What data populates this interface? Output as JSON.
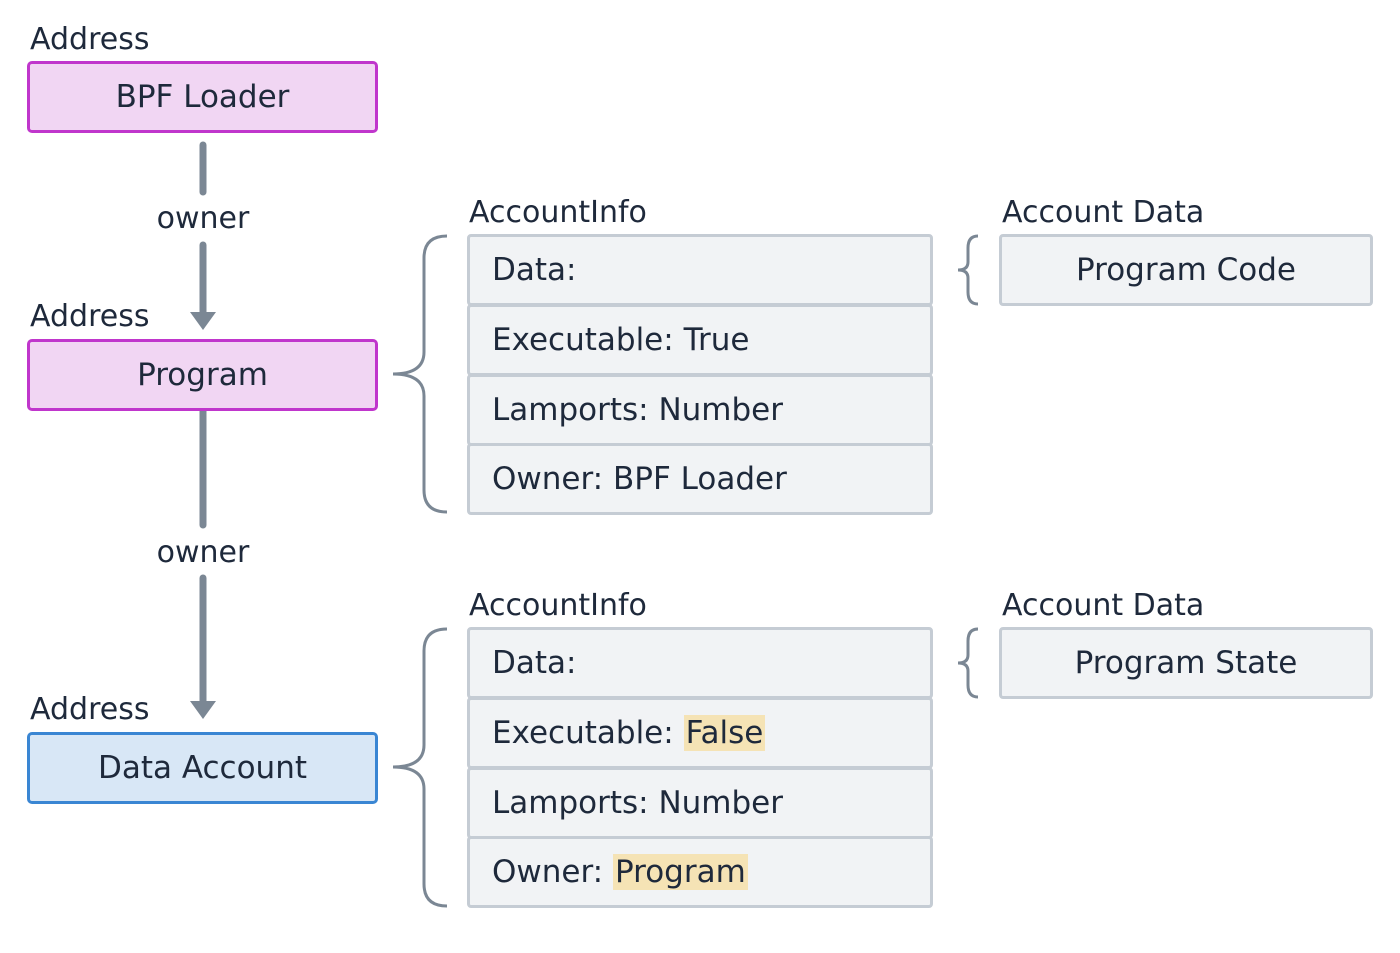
{
  "nodes": {
    "bpf_loader": {
      "address_label": "Address",
      "name": "BPF Loader"
    },
    "program": {
      "address_label": "Address",
      "name": "Program"
    },
    "data_account": {
      "address_label": "Address",
      "name": "Data Account"
    }
  },
  "edges": [
    {
      "from": "BPF Loader",
      "to": "Program",
      "label": "owner"
    },
    {
      "from": "Program",
      "to": "Data Account",
      "label": "owner"
    }
  ],
  "program_info": {
    "title": "AccountInfo",
    "fields": [
      {
        "key": "Data:",
        "value": ""
      },
      {
        "key": "Executable:",
        "value": "True"
      },
      {
        "key": "Lamports:",
        "value": "Number"
      },
      {
        "key": "Owner:",
        "value": "BPF Loader"
      }
    ],
    "account_data": {
      "title": "Account Data",
      "content": "Program Code"
    }
  },
  "data_account_info": {
    "title": "AccountInfo",
    "fields": [
      {
        "key": "Data:",
        "value": ""
      },
      {
        "key": "Executable:",
        "value": "False",
        "highlight": true
      },
      {
        "key": "Lamports:",
        "value": "Number"
      },
      {
        "key": "Owner:",
        "value": "Program",
        "highlight": true
      }
    ],
    "account_data": {
      "title": "Account Data",
      "content": "Program State"
    }
  },
  "colors": {
    "program_fill": "#f1d6f3",
    "program_border": "#c036cc",
    "data_fill": "#d8e7f6",
    "data_border": "#3a86d3",
    "field_fill": "#f1f3f5",
    "field_border": "#c5ccd4",
    "connector": "#7b8794",
    "highlight": "#f5e3b5"
  }
}
